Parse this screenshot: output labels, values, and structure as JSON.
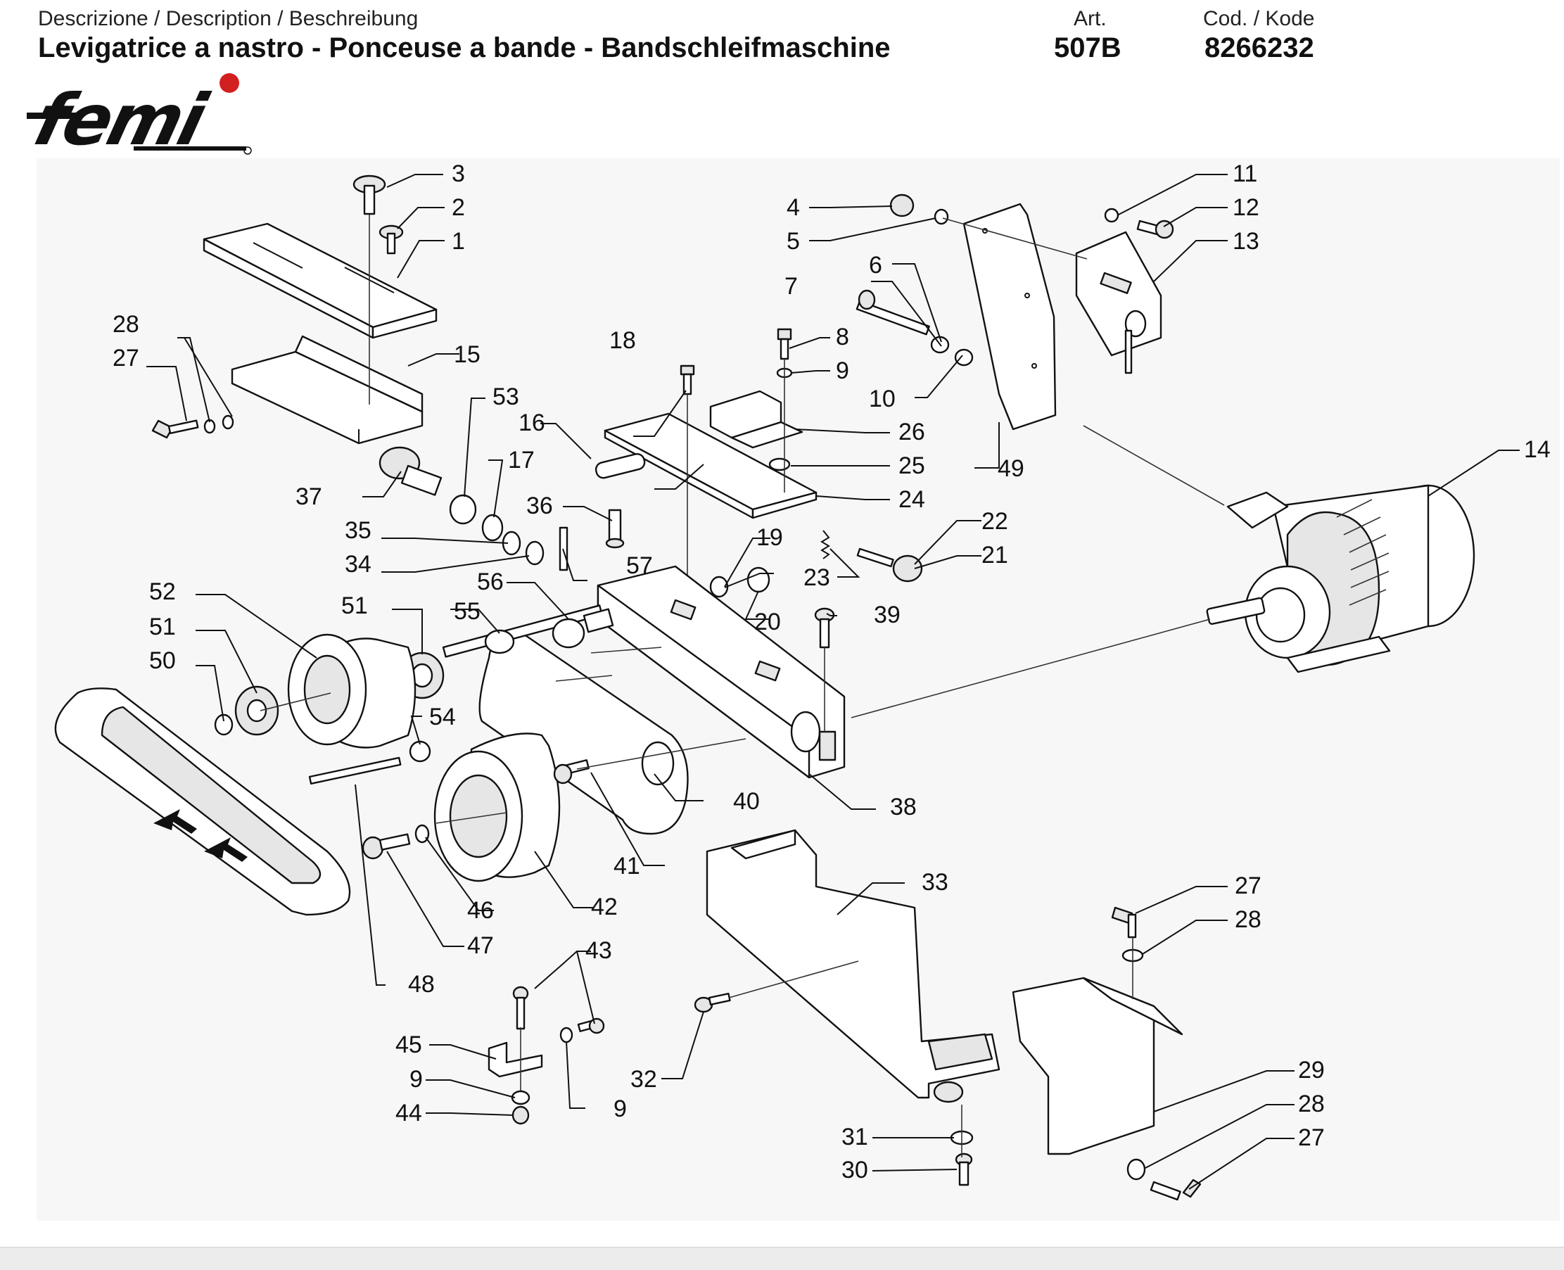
{
  "header": {
    "description_caption": "Descrizione / Description / Beschreibung",
    "description_title": "Levigatrice a nastro - Ponceuse a bande -  Bandschleifmaschine",
    "article_caption": "Art.",
    "article_value": "507B",
    "code_caption": "Cod. / Kode",
    "code_value": "8266232"
  },
  "logo": {
    "brand": "femi",
    "accent_color": "#d21f1f"
  },
  "callouts": [
    "1",
    "2",
    "3",
    "4",
    "5",
    "6",
    "7",
    "8",
    "9",
    "10",
    "11",
    "12",
    "13",
    "14",
    "15",
    "16",
    "17",
    "18",
    "19",
    "20",
    "21",
    "22",
    "23",
    "24",
    "25",
    "26",
    "27",
    "28",
    "29",
    "30",
    "31",
    "32",
    "33",
    "34",
    "35",
    "36",
    "37",
    "38",
    "39",
    "40",
    "41",
    "42",
    "43",
    "44",
    "45",
    "46",
    "47",
    "48",
    "49",
    "50",
    "51",
    "52",
    "53",
    "54",
    "55",
    "56",
    "57"
  ]
}
